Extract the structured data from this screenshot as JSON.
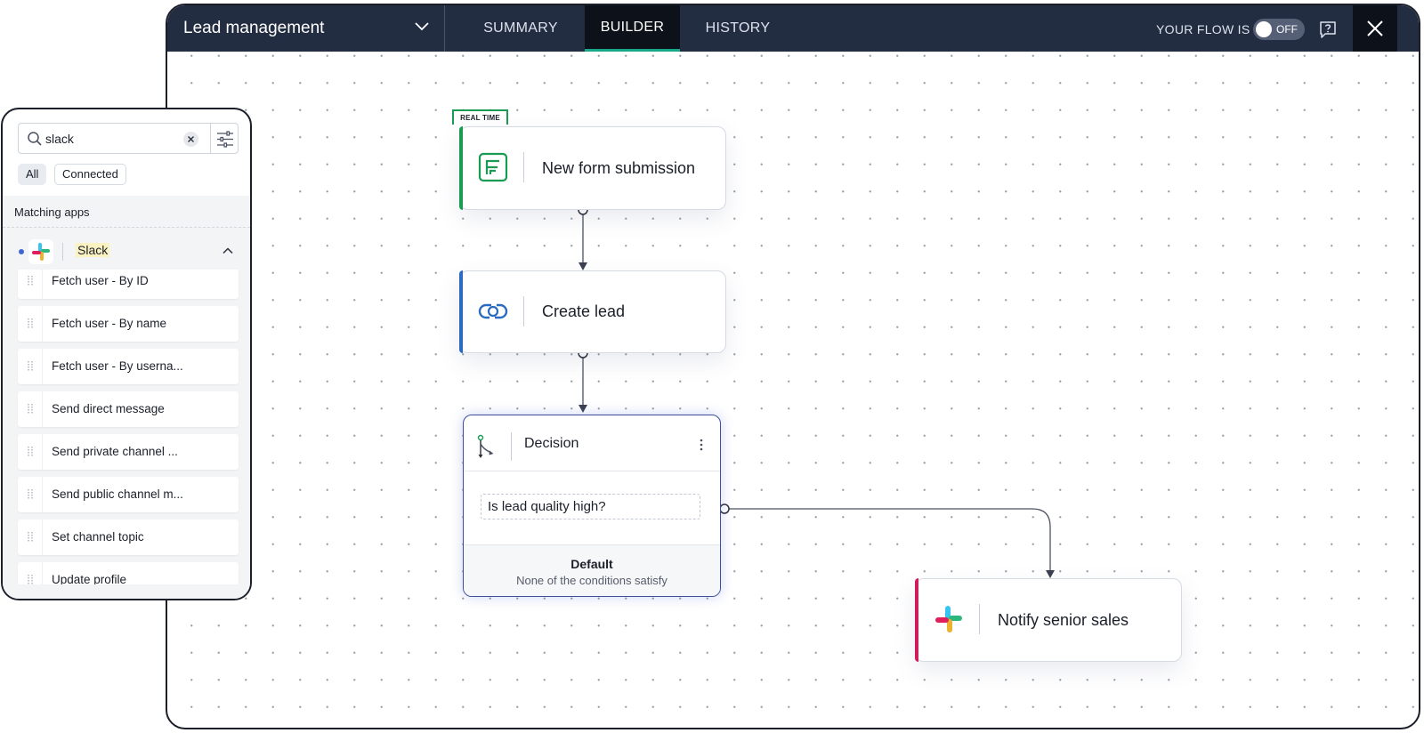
{
  "header": {
    "title": "Lead management",
    "tabs": [
      {
        "label": "SUMMARY"
      },
      {
        "label": "BUILDER",
        "active": true
      },
      {
        "label": "HISTORY"
      }
    ],
    "flow_status_label": "YOUR FLOW IS",
    "toggle_state": "OFF",
    "icons": {
      "title_dropdown": "chevron-down-icon",
      "help": "question-icon",
      "close": "close-icon"
    }
  },
  "canvas": {
    "trigger": {
      "badge": "REAL TIME",
      "label": "New form submission",
      "accent": "#1a9a53",
      "icon": "forms-icon"
    },
    "action": {
      "label": "Create lead",
      "accent": "#2a6ac1",
      "icon": "crm-icon"
    },
    "decision": {
      "title": "Decision",
      "condition": "Is lead quality high?",
      "default_title": "Default",
      "default_subtitle": "None of the conditions satisfy",
      "accent": "#3d4f9b"
    },
    "notify": {
      "label": "Notify senior sales",
      "accent": "#d11c5c",
      "icon": "slack-icon"
    }
  },
  "panel": {
    "search_value": "slack",
    "filters": [
      "All",
      "Connected"
    ],
    "active_filter": "All",
    "section_label": "Matching apps",
    "app_name": "Slack",
    "actions": [
      "Fetch user - By ID",
      "Fetch user - By name",
      "Fetch user - By userna...",
      "Send direct message",
      "Send private channel ...",
      "Send public channel m...",
      "Set channel topic",
      "Update profile"
    ]
  }
}
